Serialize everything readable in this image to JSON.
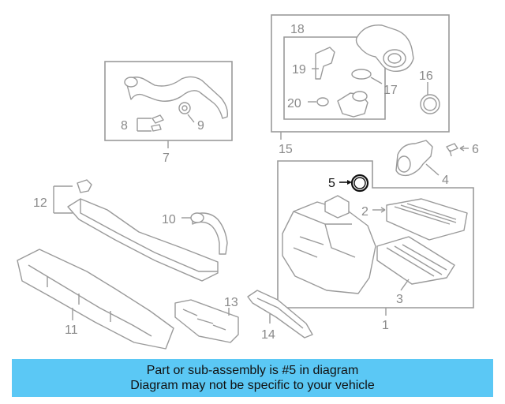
{
  "labels": {
    "p1": "1",
    "p2": "2",
    "p3": "3",
    "p4": "4",
    "p5": "5",
    "p6": "6",
    "p7": "7",
    "p8": "8",
    "p9": "9",
    "p10": "10",
    "p11": "11",
    "p12": "12",
    "p13": "13",
    "p14": "14",
    "p15": "15",
    "p16": "16",
    "p17": "17",
    "p18": "18",
    "p19": "19",
    "p20": "20"
  },
  "highlight": {
    "part": "5",
    "color": "#111111"
  },
  "banner": {
    "line1": "Part or sub-assembly is #5 in diagram",
    "line2": "Diagram may not be specific to your vehicle",
    "background": "#5bc8f5"
  }
}
